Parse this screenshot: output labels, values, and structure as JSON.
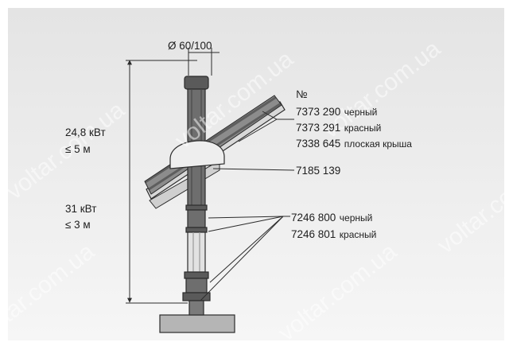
{
  "diagram": {
    "diameter_label": "Ø 60/100",
    "number_header": "№",
    "parts": [
      {
        "code": "7373 290",
        "desc": "черный"
      },
      {
        "code": "7373 291",
        "desc": "красный"
      },
      {
        "code": "7338 645",
        "desc": "плоская крыша"
      },
      {
        "code": "7185 139",
        "desc": ""
      },
      {
        "code": "7246 800",
        "desc": "черный"
      },
      {
        "code": "7246 801",
        "desc": "красный"
      }
    ],
    "power_limits": [
      {
        "power": "24,8 кВт",
        "length": "≤ 5 м"
      },
      {
        "power": "31 кВт",
        "length": "≤ 3 м"
      }
    ]
  },
  "watermark": {
    "text": "voltar.com.ua"
  },
  "colors": {
    "panel_top": "#e6e6e6",
    "panel_bottom": "#f7f7f7",
    "line": "#2b2b2b",
    "text": "#1e1e1e"
  }
}
